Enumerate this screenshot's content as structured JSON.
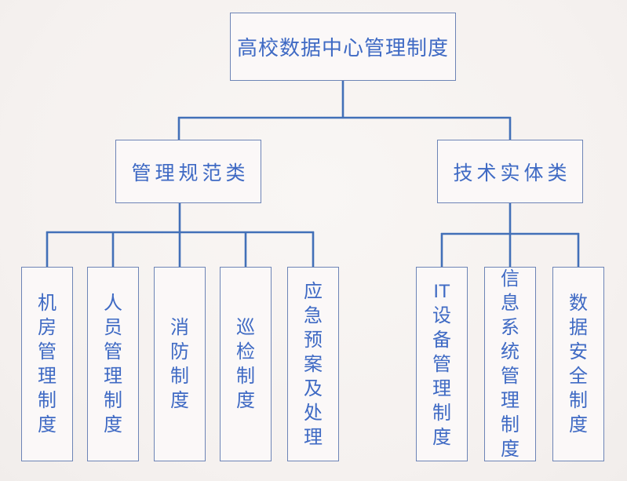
{
  "title": "高校数据中心管理制度",
  "colors": {
    "background": "#f5f1ef",
    "box_fill": "#fbf8f8",
    "box_border": "#6d84b6",
    "connector_line": "#4270b8",
    "text": "#3f6ac4"
  },
  "chart_data": {
    "type": "tree-diagram",
    "root": {
      "label": "高校数据中心管理制度"
    },
    "branches": [
      {
        "label": "管理规范类",
        "children": [
          {
            "label": "机房管理制度",
            "lines": [
              "机",
              "房",
              "管",
              "理",
              "制",
              "度"
            ]
          },
          {
            "label": "人员管理制度",
            "lines": [
              "人",
              "员",
              "管",
              "理",
              "制",
              "度"
            ]
          },
          {
            "label": "消防制度",
            "lines": [
              "消",
              "防",
              "制",
              "度"
            ]
          },
          {
            "label": "巡检制度",
            "lines": [
              "巡",
              "检",
              "制",
              "度"
            ]
          },
          {
            "label": "应急预案及处理",
            "lines": [
              "应",
              "急",
              "预",
              "案",
              "及",
              "处",
              "理"
            ]
          }
        ]
      },
      {
        "label": "技术实体类",
        "children": [
          {
            "label": "IT设备管理制度",
            "lines": [
              "IT",
              "设",
              "备",
              "管",
              "理",
              "制",
              "度"
            ]
          },
          {
            "label": "信息系统管理制度",
            "lines": [
              "信",
              "息",
              "系",
              "统",
              "管",
              "理",
              "制",
              "度"
            ]
          },
          {
            "label": "数据安全制度",
            "lines": [
              "数",
              "据",
              "安",
              "全",
              "制",
              "度"
            ]
          }
        ]
      }
    ]
  }
}
